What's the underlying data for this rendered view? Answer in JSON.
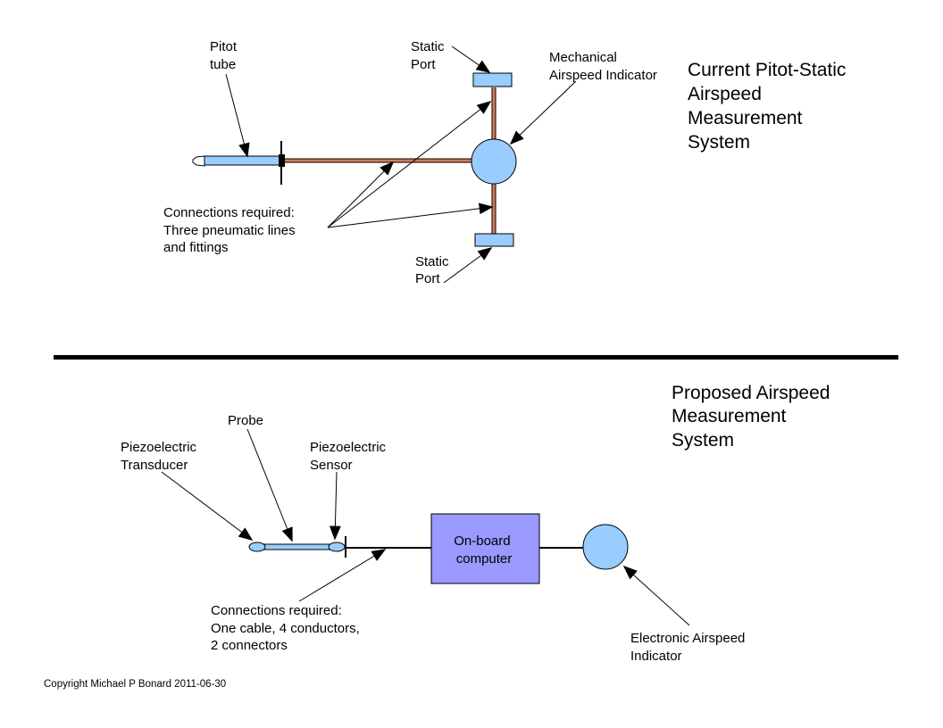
{
  "colors": {
    "part_fill": "#99ccff",
    "pneumatic_line": "#d9795a",
    "computer_fill": "#9999ff",
    "ink": "#000000"
  },
  "current_system": {
    "title_lines": [
      "Current Pitot-Static",
      "Airspeed",
      "Measurement",
      "System"
    ],
    "labels": {
      "pitot_tube": [
        "Pitot",
        "tube"
      ],
      "static_port_top": [
        "Static",
        "Port"
      ],
      "static_port_bottom": [
        "Static",
        "Port"
      ],
      "mechanical_indicator": [
        "Mechanical",
        "Airspeed Indicator"
      ],
      "connections": [
        "Connections required:",
        "Three pneumatic lines",
        "and fittings"
      ]
    }
  },
  "proposed_system": {
    "title_lines": [
      "Proposed Airspeed",
      "Measurement",
      "System"
    ],
    "labels": {
      "probe": [
        "Probe"
      ],
      "transducer": [
        "Piezoelectric",
        "Transducer"
      ],
      "sensor": [
        "Piezoelectric",
        "Sensor"
      ],
      "computer": [
        "On-board",
        "computer"
      ],
      "connections": [
        "Connections required:",
        "One cable, 4 conductors,",
        "2 connectors"
      ],
      "electronic_indicator": [
        "Electronic Airspeed",
        "Indicator"
      ]
    }
  },
  "copyright": "Copyright Michael P Bonard 2011-06-30"
}
